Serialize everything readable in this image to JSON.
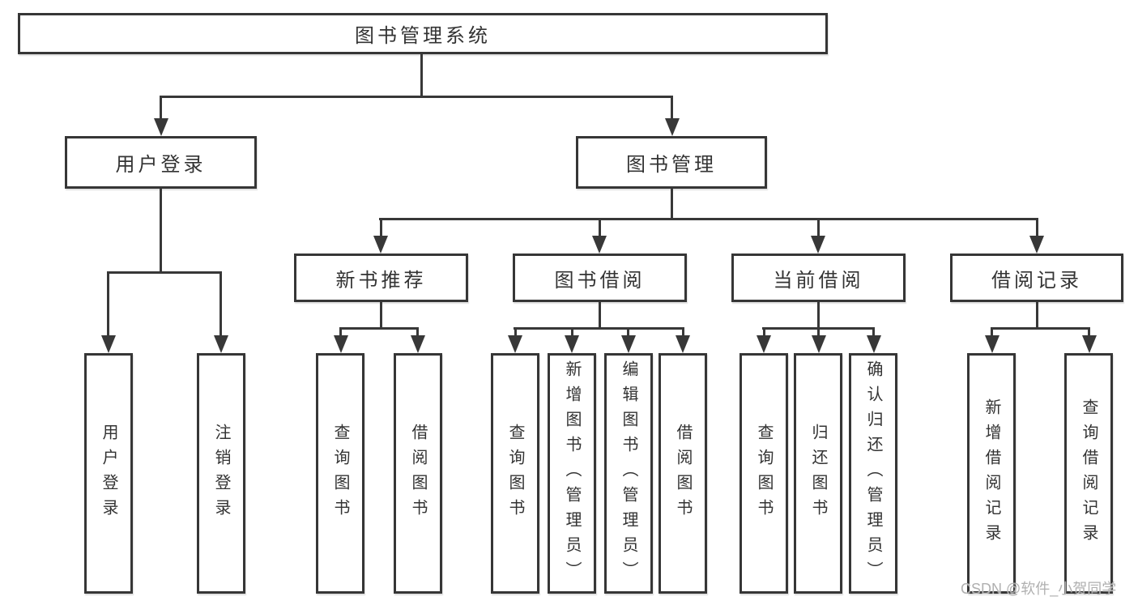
{
  "diagram": {
    "title": "图书管理系统",
    "level2": {
      "user_login": "用户登录",
      "book_mgmt": "图书管理"
    },
    "level3": {
      "new_books": "新书推荐",
      "book_borrow": "图书借阅",
      "current_borrow": "当前借阅",
      "borrow_records": "借阅记录"
    },
    "leaves": {
      "user_login": [
        "用户登录",
        "注销登录"
      ],
      "new_books": [
        "查询图书",
        "借阅图书"
      ],
      "book_borrow": [
        "查询图书",
        "新增图书（管理员）",
        "编辑图书（管理员）",
        "借阅图书"
      ],
      "current_borrow": [
        "查询图书",
        "归还图书",
        "确认归还（管理员）"
      ],
      "borrow_records": [
        "新增借阅记录",
        "查询借阅记录"
      ]
    }
  },
  "watermark": "CSDN @软件_小贺同学",
  "colors": {
    "line": "#383838",
    "border": "#363636",
    "text": "#333333",
    "background": "#ffffff",
    "watermark": "#b0b0b0"
  }
}
